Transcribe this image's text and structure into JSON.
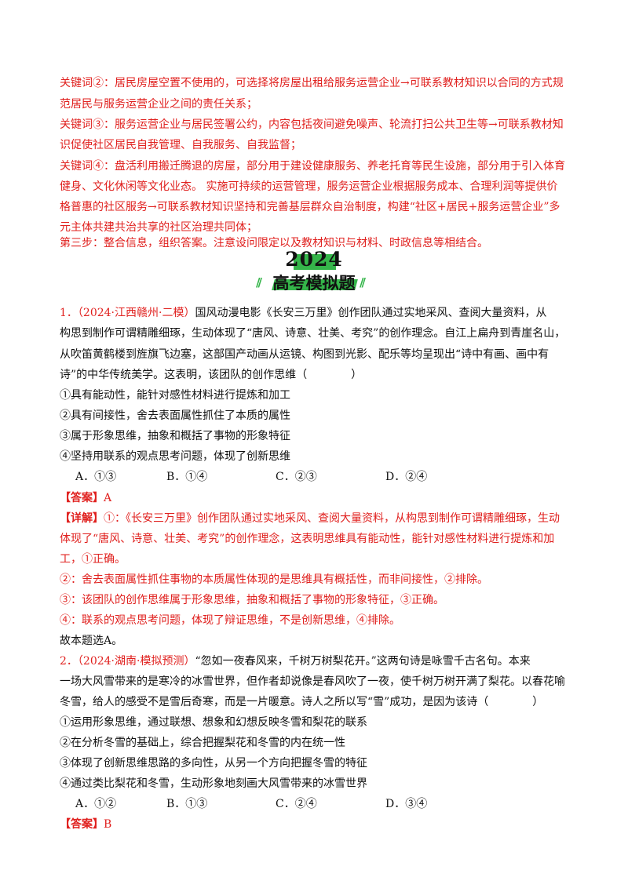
{
  "analysis_lines": [
    "关键词②：居民房屋空置不使用的，可选择将房屋出租给服务运营企业→可联系教材知识以合同的方式规",
    "范居民与服务运营企业之间的责任关系；",
    "关键词③：服务运营企业与居民签署公约，内容包括夜间避免噪声、轮流打扫公共卫生等→可联系教材知",
    "识促使社区居民自我管理、自我服务、自我监督；",
    "关键词④：盘活利用搬迁腾退的房屋，部分用于建设健康服务、养老托育等民生设施，部分用于引入体育",
    "健身、文化休闲等文化业态。 实施可持续的运营管理，服务运营企业根据服务成本、合理利润等提供价",
    "格普惠的社区服务→可联系教材知识坚持和完善基层群众自治制度，构建“社区+居民+服务运营企业”多",
    "元主体共建共治共享的社区治理共同体；",
    "第三步：整合信息，组织答案。注意设问限定以及教材知识与材料、时政信息等相结合。"
  ],
  "banner": {
    "year": "2024",
    "title": "高考模拟题",
    "left_deco": "//",
    "right_deco": "//"
  },
  "q1": {
    "num": "1．",
    "source": "（2024·江西赣州·二模）",
    "stem": [
      "国风动漫电影《长安三万里》创作团队通过实地采风、查阅大量资料，从",
      "构思到制作可谓精雕细琢，生动体现了“唐风、诗意、壮美、考究”的创作理念。自江上扁舟到青崖名山，",
      "从吹笛黄鹤楼到旌旗飞边塞，这部国产动画从运镜、构图到光影、配乐等均呈现出“诗中有画、画中有",
      "诗”的中华传统美学。这表明，该团队的创作思维（　　　　）"
    ],
    "items": [
      "①具有能动性，能针对感性材料进行提炼和加工",
      "②具有间接性，舍去表面属性抓住了本质的属性",
      "③属于形象思维，抽象和概括了事物的形象特征",
      "④坚持用联系的观点思考问题，体现了创新思维"
    ],
    "options": [
      "A．①③",
      "B．①④",
      "C．②③",
      "D．②④"
    ],
    "answer_label": "【答案】",
    "answer": "A",
    "detail_label": "【详解】",
    "detail": [
      "①：《长安三万里》创作团队通过实地采风、查阅大量资料，从构思到制作可谓精雕细琢，生动",
      "体现了“唐风、诗意、壮美、考究”的创作理念，这表明思维具有能动性，能针对感性材料进行提炼和加",
      "工，①正确。",
      "②：舍去表面属性抓住事物的本质属性体现的是思维具有概括性，而非间接性，②排除。",
      "③：该团队的创作思维属于形象思维，抽象和概括了事物的形象特征，③正确。",
      "④：联系的观点思考问题，体现了辩证思维，不是创新思维，④排除。"
    ],
    "conclusion": "故本题选A。"
  },
  "q2": {
    "num": "2．",
    "source": "（2024·湖南·模拟预测）",
    "stem": [
      "“忽如一夜春风来，千树万树梨花开。”这两句诗是咏雪千古名句。本来",
      "一场大风雪带来的是寒冷的冰雪世界，但作者却说像是春风吹了一夜，使千树万树开满了梨花。以春花喻",
      "冬雪，给人的感受不是雪后奇寒，而是一片暖意。诗人之所以写“雪”成功，是因为该诗（　　　　）"
    ],
    "items": [
      "①运用形象思维，通过联想、想象和幻想反映冬雪和梨花的联系",
      "②在分析冬雪的基础上，综合把握梨花和冬雪的内在统一性",
      "③体现了创新思维思路的多向性，从另一个方向把握冬雪的特征",
      "④通过类比梨花和冬雪，生动形象地刻画大风雪带来的冰雪世界"
    ],
    "options": [
      "A．①②",
      "B．①③",
      "C．②④",
      "D．③④"
    ],
    "answer_label": "【答案】",
    "answer": "B"
  }
}
